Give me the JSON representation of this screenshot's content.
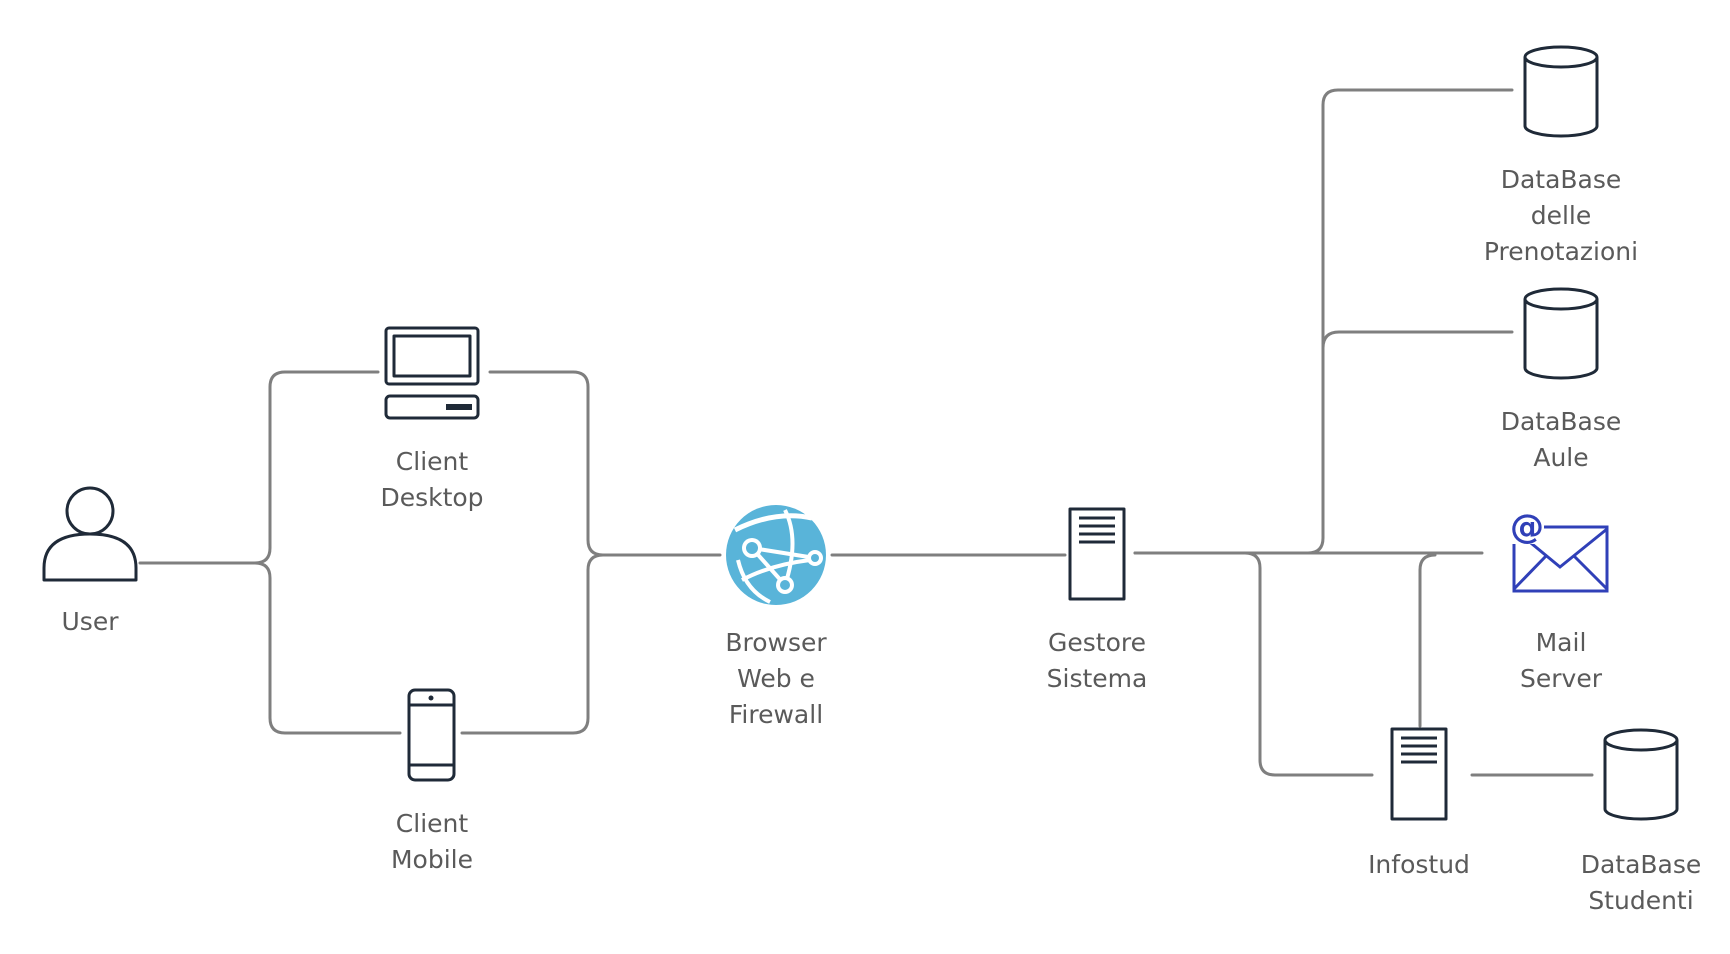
{
  "nodes": {
    "user": {
      "label": [
        "User"
      ],
      "icon": "user-icon"
    },
    "client_desktop": {
      "label": [
        "Client",
        "Desktop"
      ],
      "icon": "desktop-computer-icon"
    },
    "client_mobile": {
      "label": [
        "Client",
        "Mobile"
      ],
      "icon": "mobile-phone-icon"
    },
    "browser": {
      "label": [
        "Browser",
        "Web e",
        "Firewall"
      ],
      "icon": "web-globe-icon"
    },
    "gestore": {
      "label": [
        "Gestore",
        "Sistema"
      ],
      "icon": "server-icon"
    },
    "db_prenotazioni": {
      "label": [
        "DataBase",
        "delle",
        "Prenotazioni"
      ],
      "icon": "database-icon"
    },
    "db_aule": {
      "label": [
        "DataBase",
        "Aule"
      ],
      "icon": "database-icon"
    },
    "mail_server": {
      "label": [
        "Mail",
        "Server"
      ],
      "icon": "email-icon"
    },
    "infostud": {
      "label": [
        "Infostud"
      ],
      "icon": "server-icon"
    },
    "db_studenti": {
      "label": [
        "DataBase",
        "Studenti"
      ],
      "icon": "database-icon"
    }
  },
  "colors": {
    "connector": "#7f7f7f",
    "icon": "#1f2a38",
    "globe": "#59b4d9",
    "mail": "#3040b8",
    "label": "#5a5a5a"
  }
}
